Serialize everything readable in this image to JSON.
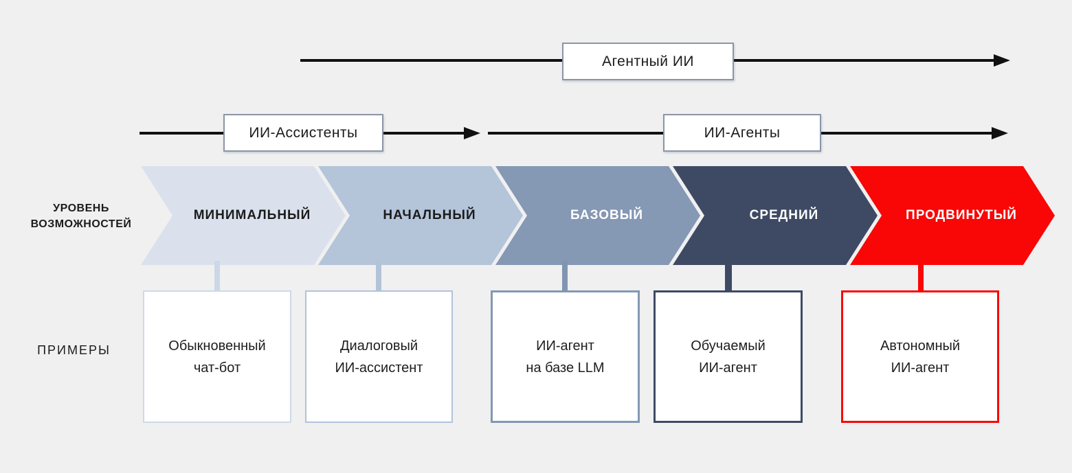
{
  "title_flows": {
    "agentic": "Агентный ИИ",
    "assistants": "ИИ-Ассистенты",
    "agents": "ИИ-Агенты"
  },
  "axis_labels": {
    "capability_line1": "УРОВЕНЬ",
    "capability_line2": "ВОЗМОЖНОСТЕЙ",
    "examples": "ПРИМЕРЫ"
  },
  "levels": [
    {
      "label": "МИНИМАЛЬНЫЙ",
      "color": "#dbe1ec",
      "label_color": "#1b1b1b",
      "example_line1": "Обыкновенный",
      "example_line2": "чат-бот"
    },
    {
      "label": "НАЧАЛЬНЫЙ",
      "color": "#b4c4d9",
      "label_color": "#1b1b1b",
      "example_line1": "Диалоговый",
      "example_line2": "ИИ-ассистент"
    },
    {
      "label": "БАЗОВЫЙ",
      "color": "#8598b4",
      "label_color": "#ffffff",
      "example_line1": "ИИ-агент",
      "example_line2": "на базе LLM"
    },
    {
      "label": "СРЕДНИЙ",
      "color": "#3e4a63",
      "label_color": "#ffffff",
      "example_line1": "Обучаемый",
      "example_line2": "ИИ-агент"
    },
    {
      "label": "ПРОДВИНУТЫЙ",
      "color": "#f90707",
      "label_color": "#ffffff",
      "example_line1": "Автономный",
      "example_line2": "ИИ-агент"
    }
  ],
  "colors": {
    "background": "#f0f0f1",
    "arrow_line": "#111111",
    "accent_red": "#f90707",
    "dark_slate": "#3e4a63"
  }
}
